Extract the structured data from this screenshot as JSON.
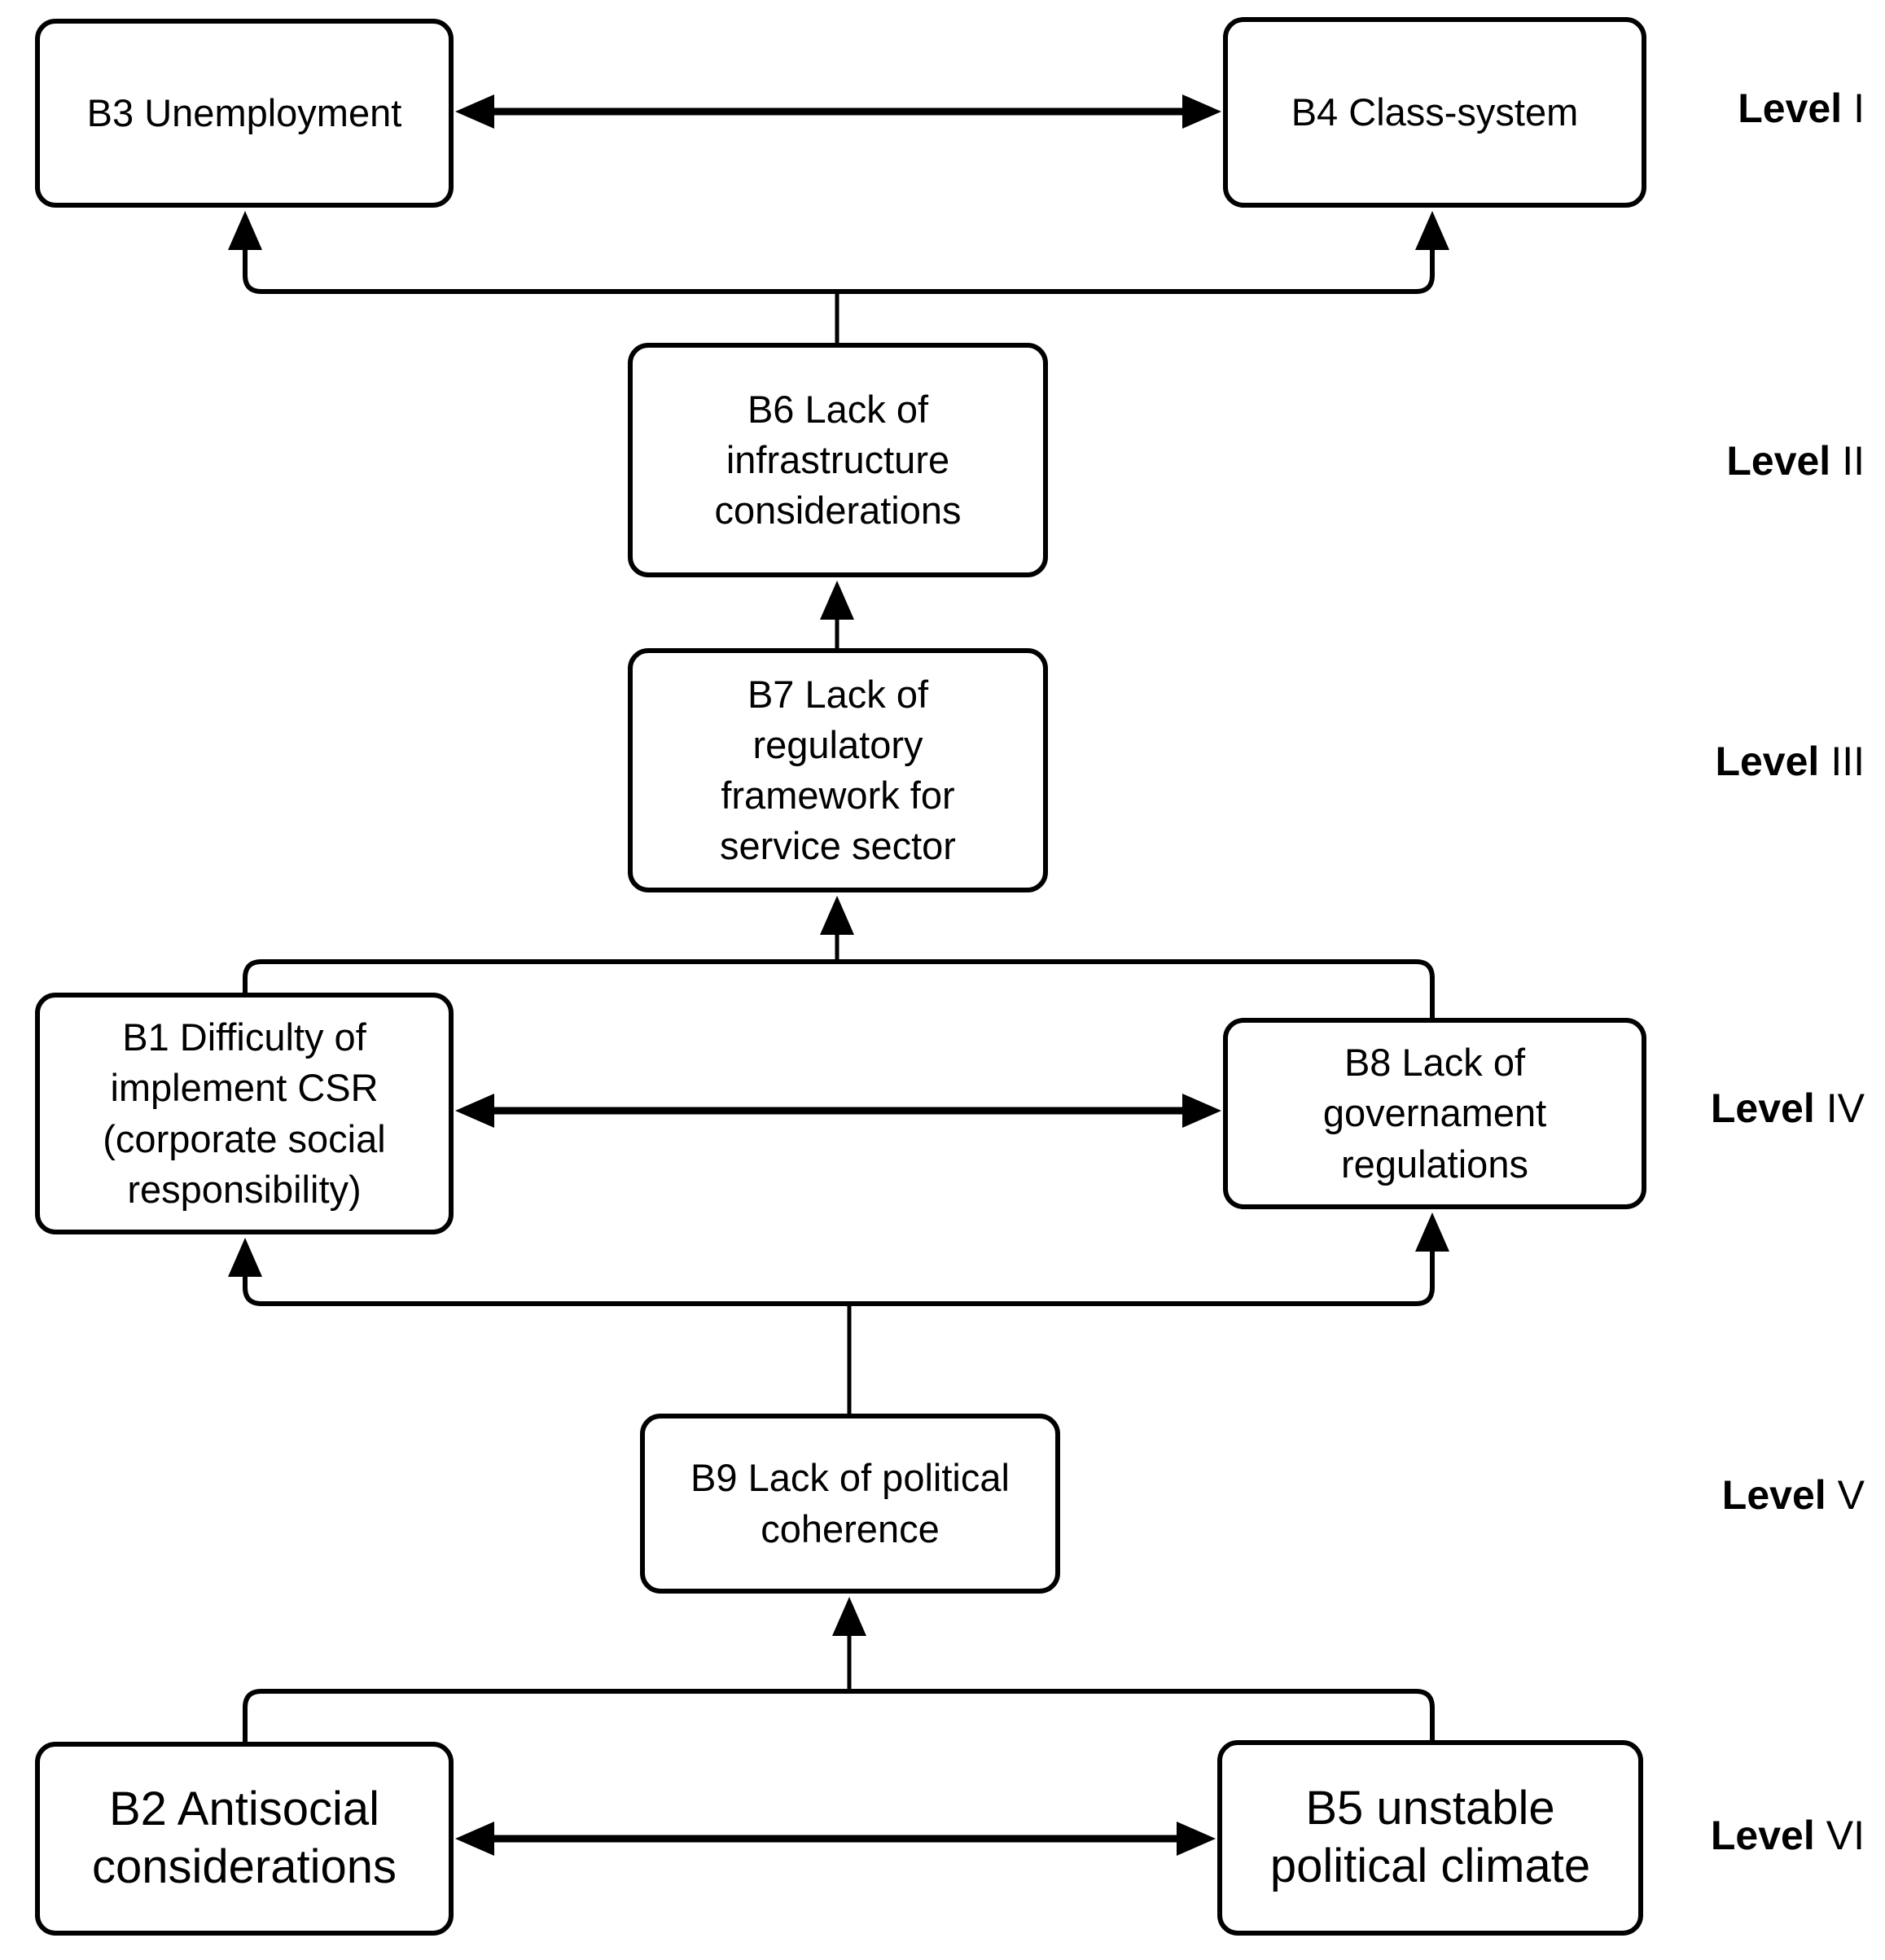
{
  "diagram": {
    "colors": {
      "background": "#ffffff",
      "line": "#000000",
      "text": "#000000"
    },
    "nodes": [
      {
        "id": "B3",
        "level": "I",
        "label": "B3 Unemployment"
      },
      {
        "id": "B4",
        "level": "I",
        "label": "B4 Class-system"
      },
      {
        "id": "B6",
        "level": "II",
        "label": "B6 Lack of\ninfrastructure\nconsiderations"
      },
      {
        "id": "B7",
        "level": "III",
        "label": "B7 Lack of\nregulatory\nframework for\nservice sector"
      },
      {
        "id": "B1",
        "level": "IV",
        "label": "B1 Difficulty of\nimplement CSR\n(corporate social\nresponsibility)"
      },
      {
        "id": "B8",
        "level": "IV",
        "label": "B8 Lack of\ngovernament\nregulations"
      },
      {
        "id": "B9",
        "level": "V",
        "label": "B9 Lack of political\ncoherence"
      },
      {
        "id": "B2",
        "level": "VI",
        "label": "B2 Antisocial\nconsiderations"
      },
      {
        "id": "B5",
        "level": "VI",
        "label": "B5 unstable\npolitical climate"
      }
    ],
    "level_labels": [
      {
        "prefix": "Level",
        "numeral": "I"
      },
      {
        "prefix": "Level",
        "numeral": "II"
      },
      {
        "prefix": "Level",
        "numeral": "III"
      },
      {
        "prefix": "Level",
        "numeral": "IV"
      },
      {
        "prefix": "Level",
        "numeral": "V"
      },
      {
        "prefix": "Level",
        "numeral": "VI"
      }
    ],
    "edges": [
      {
        "from": "B3",
        "to": "B4",
        "type": "bidirectional"
      },
      {
        "from": "B6",
        "to": "B3",
        "type": "directed"
      },
      {
        "from": "B6",
        "to": "B4",
        "type": "directed"
      },
      {
        "from": "B7",
        "to": "B6",
        "type": "directed"
      },
      {
        "from": "B1",
        "to": "B7",
        "type": "directed"
      },
      {
        "from": "B8",
        "to": "B7",
        "type": "directed"
      },
      {
        "from": "B1",
        "to": "B8",
        "type": "bidirectional"
      },
      {
        "from": "B9",
        "to": "B1",
        "type": "directed"
      },
      {
        "from": "B9",
        "to": "B8",
        "type": "directed"
      },
      {
        "from": "B2",
        "to": "B9",
        "type": "directed"
      },
      {
        "from": "B5",
        "to": "B9",
        "type": "directed"
      },
      {
        "from": "B2",
        "to": "B5",
        "type": "bidirectional"
      }
    ]
  }
}
